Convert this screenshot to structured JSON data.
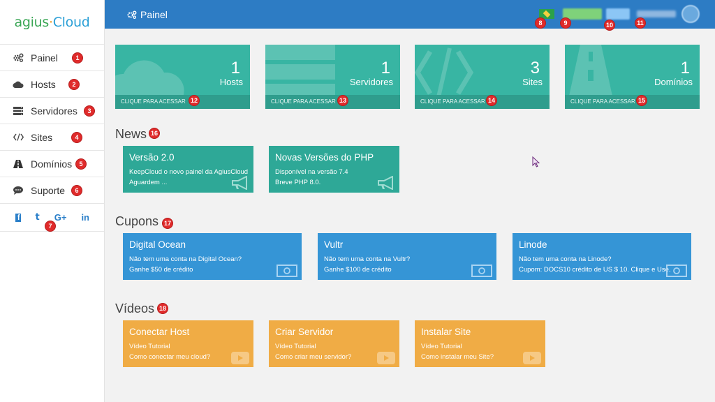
{
  "logo": {
    "part1": "agius",
    "dot": "·",
    "part2": "Cloud"
  },
  "sidebar": {
    "items": [
      {
        "label": "Painel",
        "icon": "cogs-icon",
        "badge": "1"
      },
      {
        "label": "Hosts",
        "icon": "cloud-icon",
        "badge": "2"
      },
      {
        "label": "Servidores",
        "icon": "server-icon",
        "badge": "3"
      },
      {
        "label": "Sites",
        "icon": "code-icon",
        "badge": "4"
      },
      {
        "label": "Domínios",
        "icon": "road-icon",
        "badge": "5"
      },
      {
        "label": "Suporte",
        "icon": "comment-icon",
        "badge": "6"
      }
    ],
    "social": {
      "facebook": "f",
      "twitter": "t",
      "googleplus": "G+",
      "linkedin": "in",
      "badge": "7"
    }
  },
  "topbar": {
    "title": "Painel",
    "badges": {
      "flag": "8",
      "credits": "9",
      "plan": "10",
      "user": "11"
    }
  },
  "stats": [
    {
      "count": "1",
      "label": "Hosts",
      "footer": "CLIQUE PARA ACESSAR",
      "badge": "12",
      "icon": "cloud-icon"
    },
    {
      "count": "1",
      "label": "Servidores",
      "footer": "CLIQUE PARA ACESSAR",
      "badge": "13",
      "icon": "server-icon"
    },
    {
      "count": "3",
      "label": "Sites",
      "footer": "CLIQUE PARA ACESSAR",
      "badge": "14",
      "icon": "code-icon"
    },
    {
      "count": "1",
      "label": "Domínios",
      "footer": "CLIQUE PARA ACESSAR",
      "badge": "15",
      "icon": "road-icon"
    }
  ],
  "news": {
    "title": "News",
    "badge": "16",
    "items": [
      {
        "title": "Versão 2.0",
        "line1": "KeepCloud o novo painel da AgiusCloud",
        "line2": "Aguardem ..."
      },
      {
        "title": "Novas Versões do PHP",
        "line1": "Disponível na versão 7.4",
        "line2": "Breve PHP 8.0."
      }
    ]
  },
  "cupons": {
    "title": "Cupons",
    "badge": "17",
    "items": [
      {
        "title": "Digital Ocean",
        "line1": "Não tem uma conta na Digital Ocean?",
        "line2": "Ganhe $50 de crédito"
      },
      {
        "title": "Vultr",
        "line1": "Não tem uma conta na Vultr?",
        "line2": "Ganhe $100 de crédito"
      },
      {
        "title": "Linode",
        "line1": "Não tem uma conta na Linode?",
        "line2": "Cupom: DOCS10 crédito de US $ 10. Clique e Use."
      }
    ]
  },
  "videos": {
    "title": "Vídeos",
    "badge": "18",
    "items": [
      {
        "title": "Conectar Host",
        "line1": "Vídeo Tutorial",
        "line2": "Como conectar meu cloud?"
      },
      {
        "title": "Criar Servidor",
        "line1": "Vídeo Tutorial",
        "line2": "Como criar meu servidor?"
      },
      {
        "title": "Instalar Site",
        "line1": "Vídeo Tutorial",
        "line2": "Como instalar meu Site?"
      }
    ]
  },
  "colors": {
    "topbar": "#2d7cc4",
    "tile": "#38b5a3",
    "news": "#2ea897",
    "coupon": "#3595d6",
    "video": "#f0ac45",
    "badge": "#e02b2b"
  }
}
